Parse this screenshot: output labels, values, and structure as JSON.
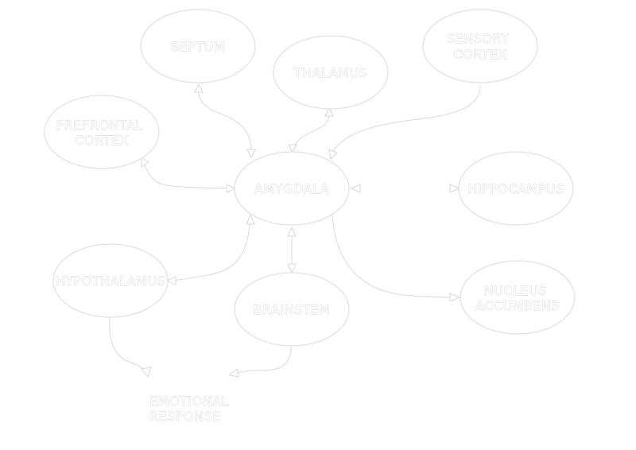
{
  "diagram": {
    "nodes": {
      "septum": [
        "SEPTUM"
      ],
      "thalamus": [
        "THALAMUS"
      ],
      "sensory_cortex": [
        "SENSORY",
        "CORTEX"
      ],
      "prefrontal_cortex": [
        "PREFRONTAL",
        "CORTEX"
      ],
      "amygdala": [
        "AMYGDALA"
      ],
      "hippocampus": [
        "HIPPOCAMPUS"
      ],
      "hypothalamus": [
        "HYPOTHALAMUS"
      ],
      "brainstem": [
        "BRAINSTEM"
      ],
      "nucleus_accumbens": [
        "NUCLEUS",
        "ACCUMBENS"
      ],
      "emotional_response": [
        "EMOTIONAL",
        "RESPONSE"
      ]
    },
    "edges": [
      {
        "from": "amygdala",
        "to": "septum",
        "bidirectional": true
      },
      {
        "from": "amygdala",
        "to": "thalamus",
        "bidirectional": true
      },
      {
        "from": "sensory_cortex",
        "to": "amygdala",
        "bidirectional": false
      },
      {
        "from": "amygdala",
        "to": "prefrontal_cortex",
        "bidirectional": true
      },
      {
        "from": "amygdala",
        "to": "hypothalamus",
        "bidirectional": true
      },
      {
        "from": "amygdala",
        "to": "brainstem",
        "bidirectional": true
      },
      {
        "from": "amygdala",
        "to": "nucleus_accumbens",
        "bidirectional": false
      },
      {
        "from": "hypothalamus",
        "to": "emotional_response",
        "bidirectional": false
      },
      {
        "from": "brainstem",
        "to": "emotional_response",
        "bidirectional": false
      }
    ],
    "loose_arrows": [
      "pointing-to-amygdala",
      "pointing-to-hippocampus"
    ],
    "colors": {
      "stroke": "#e2e2e2",
      "text_outline": "#d6d6d6",
      "background": "#ffffff"
    }
  }
}
